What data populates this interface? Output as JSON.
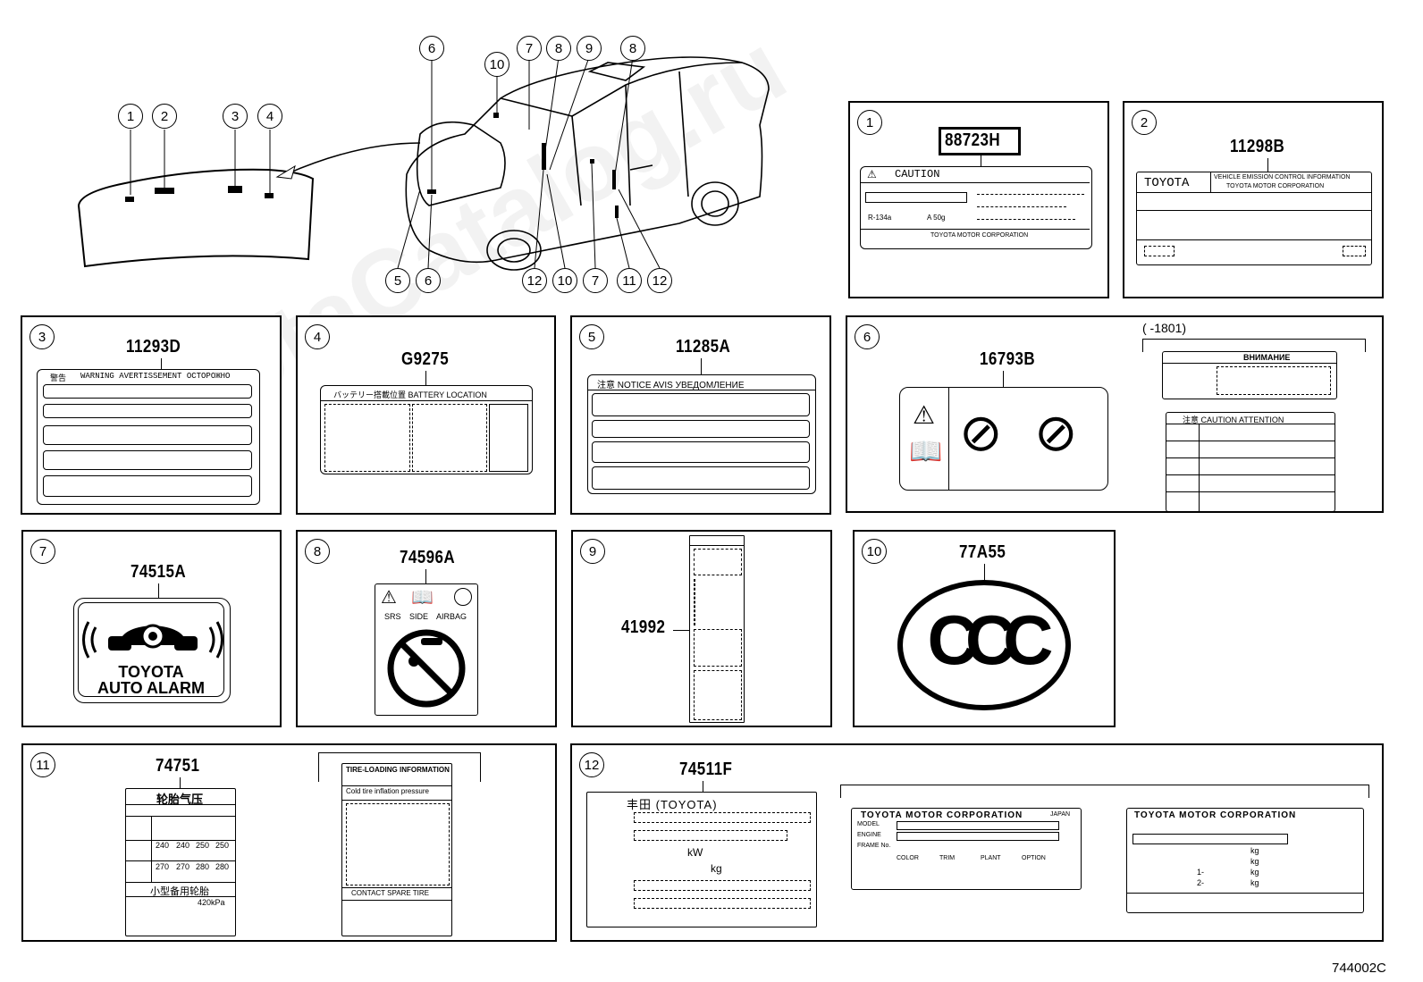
{
  "diagram_code": "744002C",
  "watermark": "ToyotaCatalog.ru",
  "overview": {
    "hood_callouts": [
      "1",
      "2",
      "3",
      "4"
    ],
    "car_callouts_top": [
      "6",
      "10",
      "7",
      "8",
      "9",
      "8"
    ],
    "car_callouts_bottom": [
      "5",
      "6",
      "12",
      "10",
      "7",
      "11",
      "12"
    ]
  },
  "panels": [
    {
      "id": "1",
      "part": "88723H",
      "label_title": "CAUTION",
      "label_text": [
        "R-134a",
        "A 50g",
        "TOYOTA MOTOR CORPORATION"
      ]
    },
    {
      "id": "2",
      "part": "11298B",
      "label_title": "TOYOTA",
      "label_text": [
        "VEHICLE EMISSION CONTROL INFORMATION",
        "TOYOTA MOTOR CORPORATION"
      ]
    },
    {
      "id": "3",
      "part": "11293D",
      "label_title": "WARNING  AVERTISSEMENT  OCTOPOЖHO",
      "label_text": [
        "警告"
      ]
    },
    {
      "id": "4",
      "part": "G9275",
      "label_title": "バッテリー搭載位置      BATTERY LOCATION",
      "label_text": []
    },
    {
      "id": "5",
      "part": "11285A",
      "label_title": "注意   NOTICE   AVIS  УВЕДОМЛЕНИЕ",
      "label_text": []
    },
    {
      "id": "6",
      "part": "16793B",
      "range": "(        -1801)",
      "label_text": [
        "ВНИМАНИЕ",
        "注意   CAUTION  ATTENTION"
      ]
    },
    {
      "id": "7",
      "part": "74515A",
      "label_text": [
        "TOYOTA",
        "AUTO ALARM"
      ]
    },
    {
      "id": "8",
      "part": "74596A",
      "label_text": [
        "SRS",
        "SIDE",
        "AIRBAG"
      ]
    },
    {
      "id": "9",
      "part": "41992",
      "label_text": []
    },
    {
      "id": "10",
      "part": "77A55",
      "label_text": [
        "CCC"
      ]
    },
    {
      "id": "11",
      "part": "74751",
      "label_text": [
        "轮胎气压",
        "240",
        "240",
        "250",
        "250",
        "270",
        "270",
        "280",
        "280",
        "小型备用轮胎",
        "420kPa",
        "TIRE-LOADING INFORMATION",
        "Cold tire inflation pressure",
        "CONTACT SPARE TIRE"
      ]
    },
    {
      "id": "12",
      "part": "74511F",
      "label_text": [
        "丰田 (TOYOTA)",
        "kW",
        "kg",
        "TOYOTA MOTOR CORPORATION",
        "MODEL",
        "ENGINE",
        "FRAME No.",
        "COLOR",
        "TRIM",
        "PLANT",
        "OPTION",
        "JAPAN",
        "TOYOTA MOTOR CORPORATION",
        "kg",
        "kg",
        "1-",
        "kg",
        "2-",
        "kg"
      ]
    }
  ]
}
